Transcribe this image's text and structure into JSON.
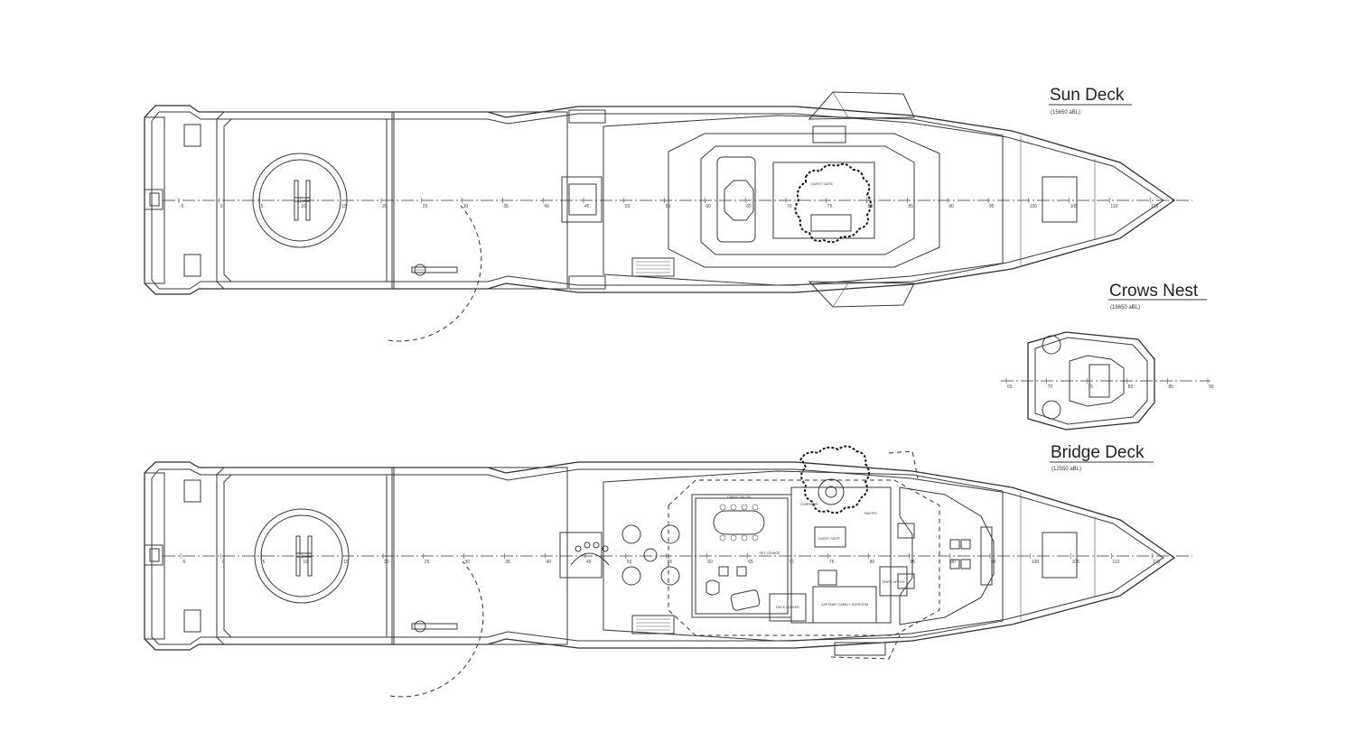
{
  "decks": [
    {
      "id": "sun",
      "title": "Sun Deck",
      "elevation": "(15650 aBL)"
    },
    {
      "id": "crows",
      "title": "Crows Nest",
      "elevation": "(18650 aBL)"
    },
    {
      "id": "bridge",
      "title": "Bridge Deck",
      "elevation": "(12550 aBL)"
    }
  ],
  "frame_ticks": [
    "-5",
    "0",
    "5",
    "10",
    "15",
    "20",
    "25",
    "30",
    "35",
    "40",
    "45",
    "50",
    "55",
    "60",
    "65",
    "70",
    "75",
    "80",
    "85",
    "90",
    "95",
    "100",
    "105",
    "110",
    "115"
  ],
  "crows_ticks": [
    "65",
    "70",
    "75",
    "80",
    "85",
    "90"
  ],
  "room_labels": {
    "sun": [
      "GUEST SUITE"
    ],
    "bridge": [
      "DINING SALON",
      "SKY LOUNGE",
      "GUEST SUITE",
      "CORRIDOR",
      "PANTRY",
      "SHIPS OFFICE",
      "DECK LOCKER",
      "CAPTAINS CABIN + DAYROOM"
    ]
  }
}
